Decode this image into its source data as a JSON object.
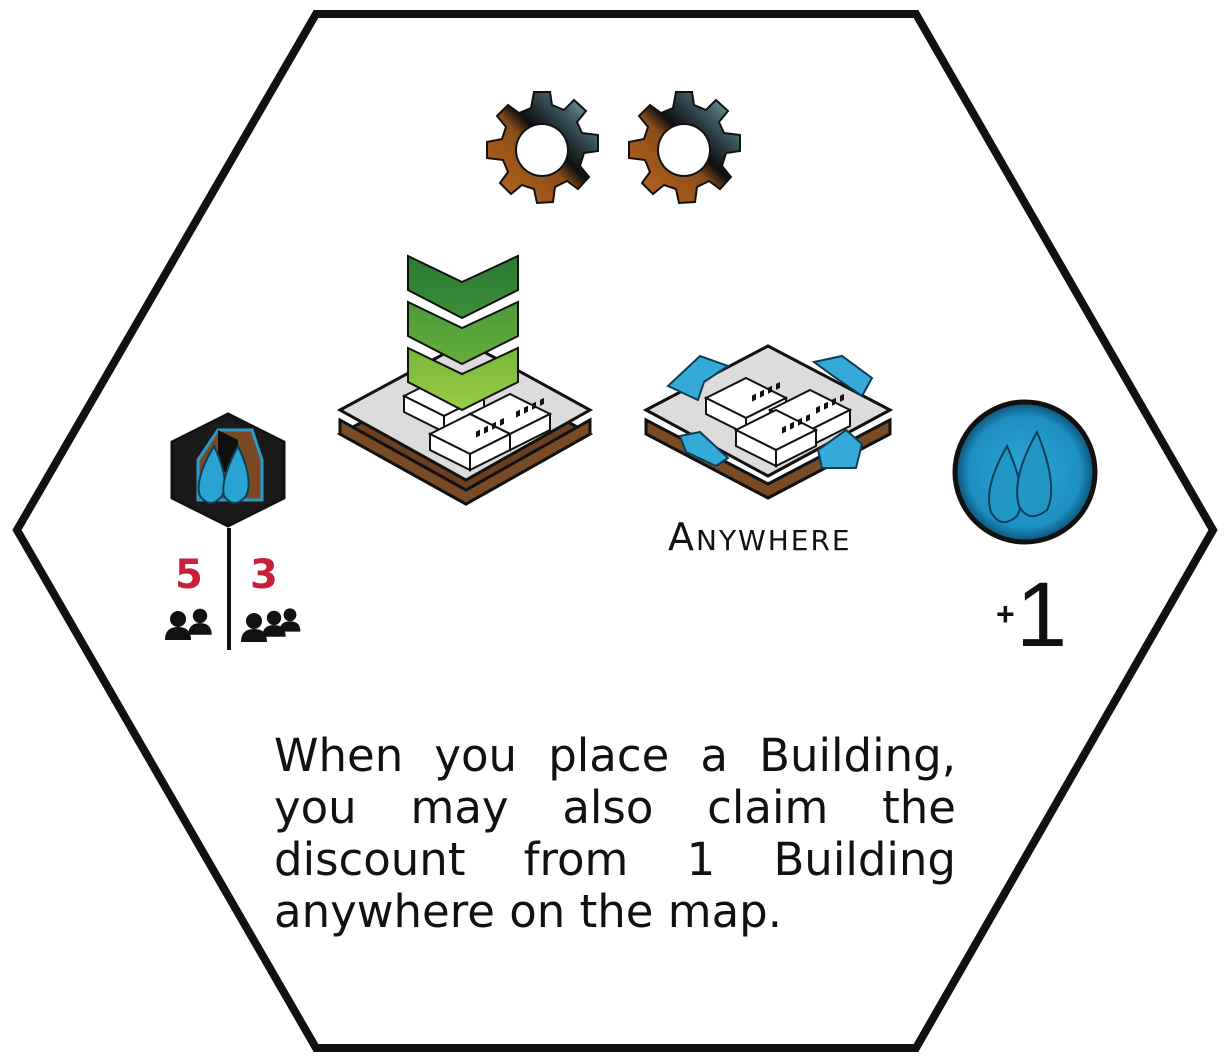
{
  "card": {
    "anywhere_label_first": "A",
    "anywhere_label_rest": "NYWHERE",
    "description": "When you place a Building, you may also claim the discount from 1 Building anywhere on the map.",
    "bonus_plus": "+",
    "bonus_value": "1",
    "player_counts": [
      {
        "value": "5",
        "icon": "two-people-icon"
      },
      {
        "value": "3",
        "icon": "three-people-icon"
      }
    ]
  },
  "icons": {
    "cost": [
      "gear-icon",
      "gear-icon"
    ],
    "actions": [
      "upgrade-building-tile-icon",
      "anywhere-building-tile-icon"
    ],
    "resource_hex": "water-hex-icon",
    "resource_token": "water-drop-token-icon"
  },
  "colors": {
    "outline": "#111111",
    "player_number": "#c8203a",
    "water": "#2b9ec9",
    "chevron_dark": "#2e7d32",
    "chevron_light": "#8bc34a",
    "gear_bronze": "#b3621c",
    "gear_steel": "#4c6a73",
    "tile_top": "#dcdcdc",
    "tile_base": "#6b3f1f"
  }
}
